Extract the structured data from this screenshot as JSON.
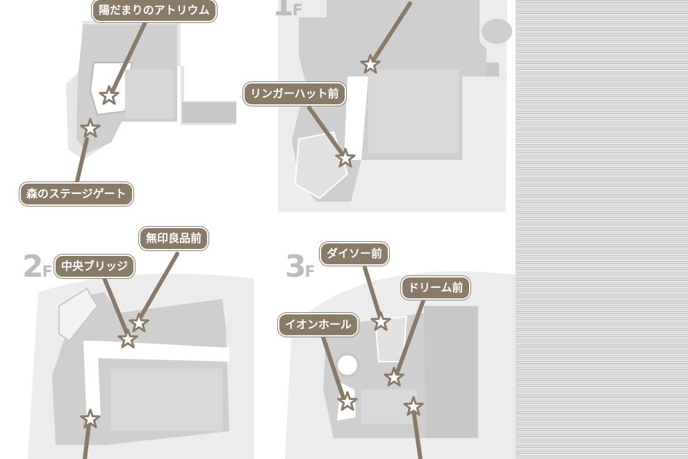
{
  "floors": {
    "f1": {
      "number": "1",
      "suffix": "F"
    },
    "f2": {
      "number": "2",
      "suffix": "F"
    },
    "f3": {
      "number": "3",
      "suffix": "F"
    }
  },
  "callouts": {
    "atrium": "陽だまりのアトリウム",
    "forest_gate": "森のステージゲート",
    "ringer_hut": "リンガーハット前",
    "muji": "無印良品前",
    "central_bridge": "中央ブリッジ",
    "daiso": "ダイソー前",
    "dream": "ドリーム前",
    "aeon_hall": "イオンホール"
  },
  "colors": {
    "callout_bg": "#8a7a68",
    "star": "#8a7a68",
    "floor_plan": "#c8c8c8",
    "site_area": "#ececec"
  }
}
